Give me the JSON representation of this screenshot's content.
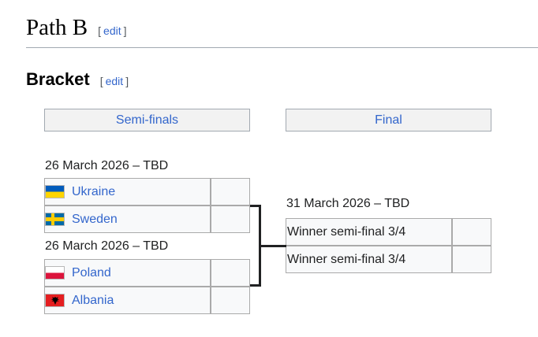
{
  "page": {
    "title": "Path B",
    "bracket_heading": "Bracket",
    "edit_label": "edit",
    "edit_open": "[",
    "edit_close": "]"
  },
  "rounds": [
    {
      "label": "Semi-finals"
    },
    {
      "label": "Final"
    }
  ],
  "matches": {
    "semifinal1": {
      "date": "26 March 2026 – TBD",
      "teams": [
        {
          "name": "Ukraine",
          "flag": "ukraine-flag",
          "score": ""
        },
        {
          "name": "Sweden",
          "flag": "sweden-flag",
          "score": ""
        }
      ]
    },
    "semifinal2": {
      "date": "26 March 2026 – TBD",
      "teams": [
        {
          "name": "Poland",
          "flag": "poland-flag",
          "score": ""
        },
        {
          "name": "Albania",
          "flag": "albania-flag",
          "score": ""
        }
      ]
    },
    "final": {
      "date": "31 March 2026 – TBD",
      "teams": [
        {
          "name": "Winner semi-final 3/4",
          "score": ""
        },
        {
          "name": "Winner semi-final 3/4",
          "score": ""
        }
      ]
    }
  },
  "colors": {
    "link": "#3366cc",
    "text": "#202122",
    "edit_bracket": "#54595d",
    "table_border": "#aaaaaa",
    "cell_background": "#f8f9fa",
    "round_header_background": "#f2f2f2",
    "round_header_border": "#a2a9b1",
    "divider_rule": "#a2a9b1",
    "connector": "#202122",
    "flag_ukraine": [
      "#005bbb",
      "#ffd500"
    ],
    "flag_sweden": [
      "#006aa7",
      "#fecc00"
    ],
    "flag_poland": [
      "#ffffff",
      "#dc143c"
    ],
    "flag_albania": [
      "#e41e20",
      "#000000"
    ]
  }
}
